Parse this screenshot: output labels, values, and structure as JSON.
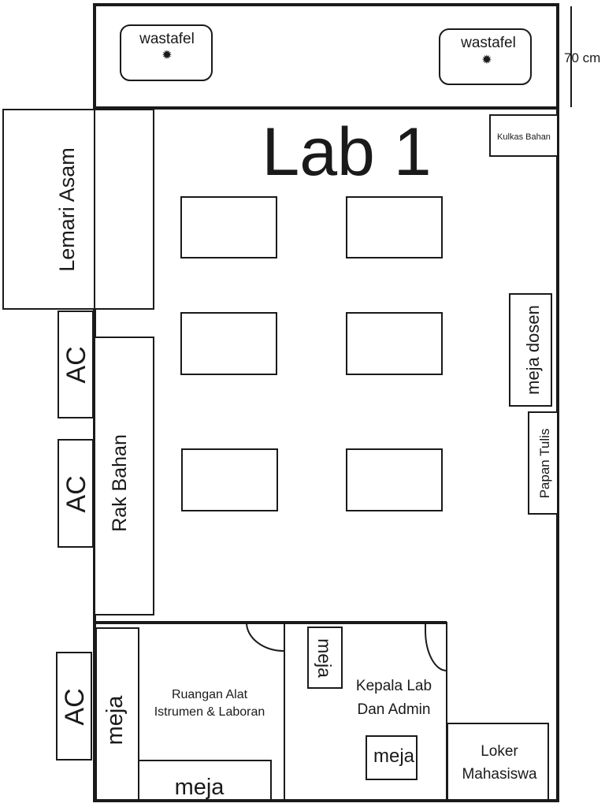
{
  "room": {
    "title": "Lab 1"
  },
  "top_strip": {
    "sink_left_label": "wastafel",
    "sink_right_label": "wastafel",
    "dimension_label": "70 cm"
  },
  "furniture": {
    "acid_cabinet": "Lemari Asam",
    "material_rack": "Rak Bahan",
    "material_fridge": "Kulkas Bahan",
    "lecturer_desk": "meja dosen",
    "whiteboard": "Papan Tulis",
    "ac_units": [
      "AC",
      "AC",
      "AC"
    ]
  },
  "rooms": {
    "instrument_room": {
      "line1": "Ruangan Alat",
      "line2": "Istrumen & Laboran",
      "desk_vertical": "meja",
      "desk_bottom": "meja"
    },
    "head_office": {
      "line1": "Kepala Lab",
      "line2": "Dan Admin",
      "desk_top": "meja",
      "desk_bottom": "meja"
    },
    "student_locker": {
      "line1": "Loker",
      "line2": "Mahasiswa"
    }
  },
  "colors": {
    "line": "#1a1a1a",
    "background": "#ffffff"
  }
}
